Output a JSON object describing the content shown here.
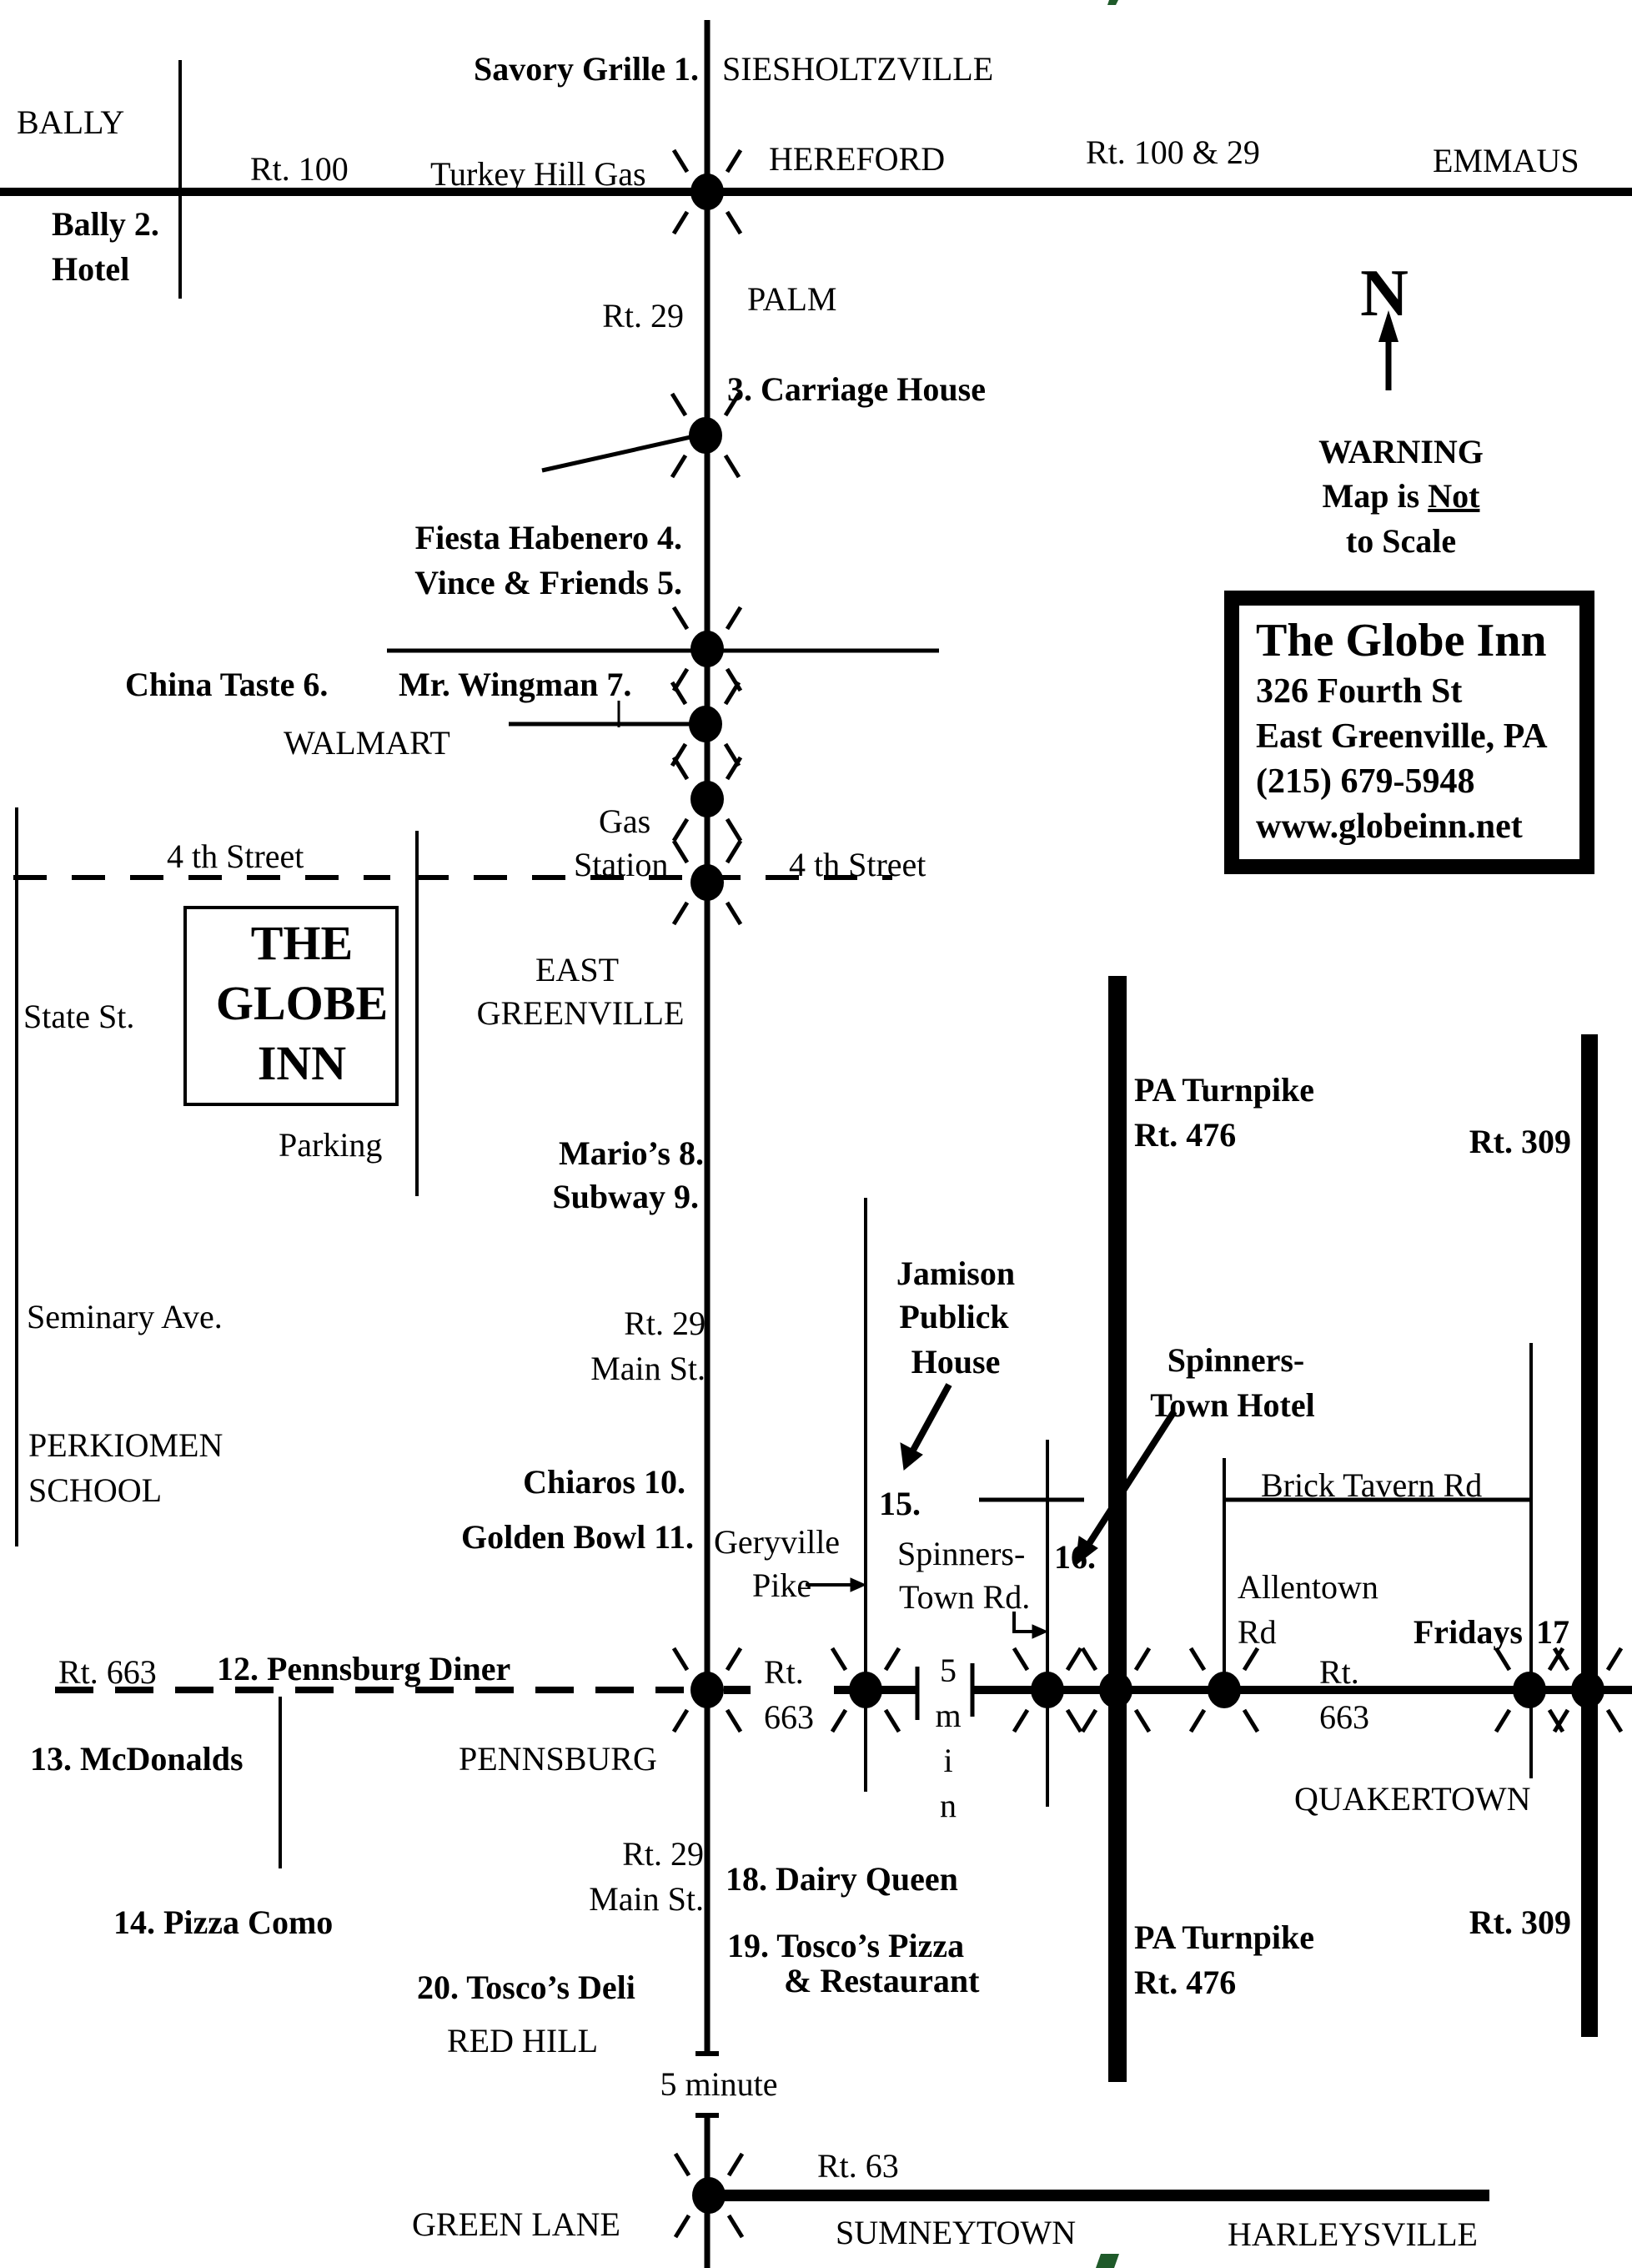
{
  "map": {
    "title": "The Globe Inn",
    "colors": {
      "ink": "#000000",
      "background": "#ffffff",
      "accent_green": "#1f5a2a"
    }
  },
  "info_box": {
    "title": "The Globe Inn",
    "address_line1": "326 Fourth St",
    "address_line2": "East Greenville, PA",
    "phone": "(215) 679-5948",
    "website": "www.globeinn.net"
  },
  "warning": {
    "line1": "WARNING",
    "line2_prefix": "Map is ",
    "line2_emphasis": "Not",
    "line3": "to Scale"
  },
  "compass": {
    "label": "N",
    "icon": "north-arrow-icon"
  },
  "globe_inn_marker": {
    "line1": "THE",
    "line2": "GLOBE",
    "line3": "INN"
  },
  "places": {
    "bally": "BALLY",
    "siesholtzville": "SIESHOLTZVILLE",
    "hereford": "HEREFORD",
    "emmaus": "EMMAUS",
    "palm": "PALM",
    "walmart": "WALMART",
    "east_greenville_1": "EAST",
    "east_greenville_2": "GREENVILLE",
    "perkiomen_1": "PERKIOMEN",
    "perkiomen_2": "SCHOOL",
    "pennsburg": "PENNSBURG",
    "quakertown": "QUAKERTOWN",
    "red_hill": "RED HILL",
    "green_lane": "GREEN LANE",
    "sumneytown": "SUMNEYTOWN",
    "harleysville": "HARLEYSVILLE",
    "parking": "Parking",
    "gas_station_1": "Gas",
    "gas_station_2": "Station",
    "turkey_hill_gas": "Turkey Hill Gas"
  },
  "roads": {
    "rt100": "Rt. 100",
    "rt100_29": "Rt. 100 & 29",
    "rt29_top": "Rt. 29",
    "rt29_mid": "Rt. 29",
    "main_st_mid": "Main St.",
    "rt29_low": "Rt. 29",
    "main_st_low": "Main St.",
    "fourth_st_west": "4 th Street",
    "fourth_st_east": "4 th Street",
    "state_st": "State St.",
    "seminary_ave": "Seminary Ave.",
    "rt663_west": "Rt. 663",
    "rt663_mid_1": "Rt.",
    "rt663_mid_2": "663",
    "rt663_east_1": "Rt.",
    "rt663_east_2": "663",
    "geryville_1": "Geryville",
    "geryville_2": "Pike",
    "spinnerstown_1": "Spinners-",
    "spinnerstown_2": "Town Rd.",
    "brick_tavern": "Brick Tavern Rd",
    "allentown_1": "Allentown",
    "allentown_2": "Rd",
    "turnpike_top_1": "PA Turnpike",
    "turnpike_top_2": "Rt. 476",
    "turnpike_bot_1": "PA Turnpike",
    "turnpike_bot_2": "Rt. 476",
    "rt309_top": "Rt. 309",
    "rt309_bot": "Rt. 309",
    "rt63": "Rt. 63",
    "five_minute": "5 minute",
    "five_min_vertical": [
      "5",
      "m",
      "i",
      "n"
    ]
  },
  "restaurants": [
    {
      "num": 1,
      "label": "Savory Grille 1."
    },
    {
      "num": 2,
      "label": "Bally 2.",
      "label2": "Hotel"
    },
    {
      "num": 3,
      "label": "3. Carriage House"
    },
    {
      "num": 4,
      "label": "Fiesta Habenero 4."
    },
    {
      "num": 5,
      "label": "Vince & Friends 5."
    },
    {
      "num": 6,
      "label": "China Taste 6."
    },
    {
      "num": 7,
      "label": "Mr. Wingman 7."
    },
    {
      "num": 8,
      "label": "Mario’s 8."
    },
    {
      "num": 9,
      "label": "Subway 9."
    },
    {
      "num": 10,
      "label": "Chiaros 10."
    },
    {
      "num": 11,
      "label": "Golden Bowl 11."
    },
    {
      "num": 12,
      "label": "12. Pennsburg Diner"
    },
    {
      "num": 13,
      "label": "13. McDonalds"
    },
    {
      "num": 14,
      "label": "14. Pizza Como"
    },
    {
      "num": 15,
      "label": "15.",
      "callout": [
        "Jamison",
        "Publick",
        "House"
      ]
    },
    {
      "num": 16,
      "label": "16.",
      "callout": [
        "Spinners-",
        "Town Hotel"
      ]
    },
    {
      "num": 17,
      "label": "Fridays",
      "label2": "17"
    },
    {
      "num": 18,
      "label": "18. Dairy Queen"
    },
    {
      "num": 19,
      "label": "19. Tosco’s Pizza",
      "label2": "& Restaurant"
    },
    {
      "num": 20,
      "label": "20. Tosco’s Deli"
    }
  ]
}
